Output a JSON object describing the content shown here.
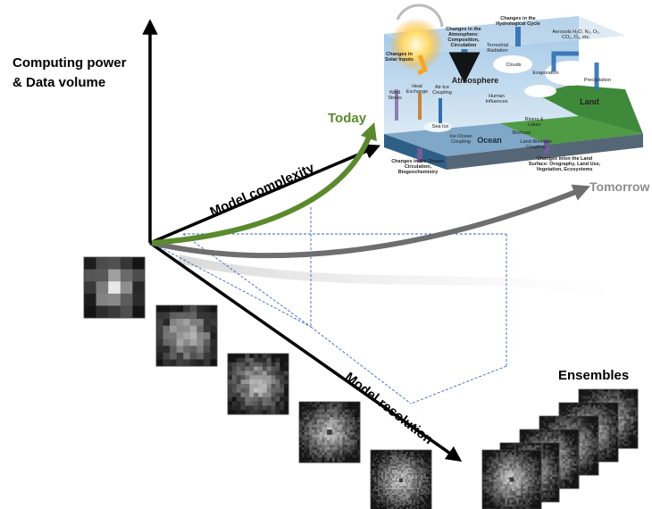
{
  "labels": {
    "y_axis": [
      "Computing power",
      "& Data volume"
    ],
    "model_complexity": "Model complexity",
    "model_resolution": "Model resolution",
    "today": "Today",
    "tomorrow": "Tomorrow",
    "ensembles": "Ensembles"
  },
  "climate_system": {
    "title_atmosphere": "Atmosphere",
    "title_ocean": "Ocean",
    "title_land": "Land",
    "solar": "Changes in Solar Inputs",
    "atm_changes": "Changes in the Atmosphere: Composition, Circulation",
    "hydro": "Changes in the Hydrological Cycle",
    "aerosols": "Aerosols H₂O, N₂, O₂, CO₂, O₃, etc.",
    "terrestrial": "Terrestrial Radiation",
    "clouds": "Clouds",
    "evaporation": "Evaporation",
    "precipitation": "Precipitation",
    "heat_exchange": "Heat Exchange",
    "wind_stress": "Wind Stress",
    "air_ice": "Air-Ice Coupling",
    "human": "Human Influences",
    "sea_ice": "Sea Ice",
    "ice_ocean": "Ice-Ocean Coupling",
    "biomass": "Biomass",
    "rivers": "Rivers & Lakes",
    "land_biomass": "Land-Biomass Coupling",
    "ocean_changes": "Changes in the Ocean: Circulation, Biogeochemistry",
    "land_changes": "Changes in/on the Land Surface: Orography, Land Use, Vegetation, Ecosystems"
  },
  "colors": {
    "today_green": "#5b8a2e",
    "tomorrow_gray": "#6e6e6e",
    "dashed_blue": "#3b63c4",
    "ocean": "#2f6f9e",
    "land": "#3f8a3a"
  }
}
